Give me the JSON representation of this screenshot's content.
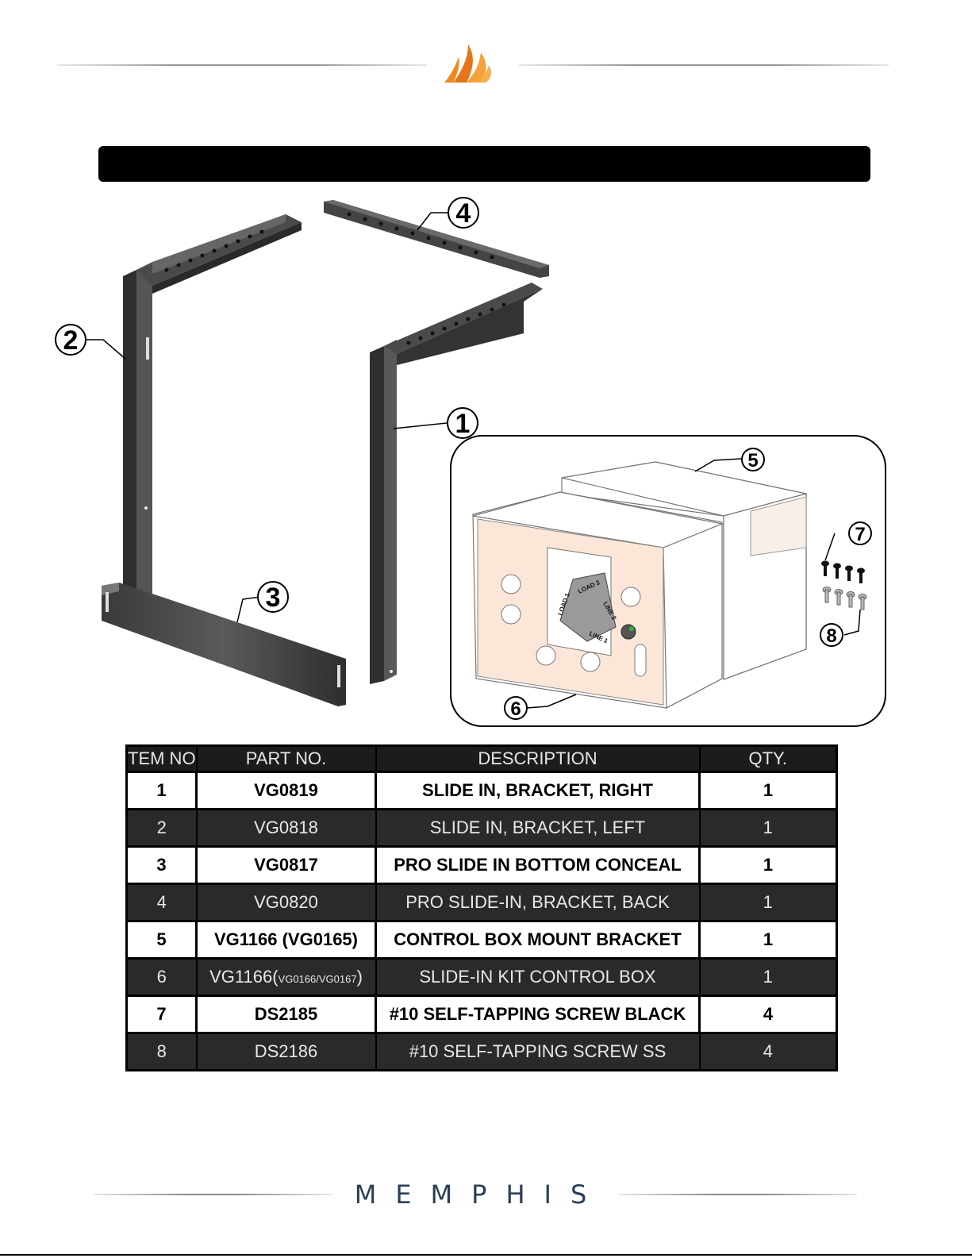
{
  "brand": {
    "name": "MEMPHIS",
    "colors": {
      "flame_outer": "#f08a1f",
      "flame_inner": "#f6b04a",
      "brand_text": "#2c3e56"
    }
  },
  "header": {
    "title_bar_text": ""
  },
  "diagram": {
    "callouts": [
      "1",
      "2",
      "3",
      "4",
      "5",
      "6",
      "7",
      "8"
    ],
    "control_box_labels": [
      "LOAD 2",
      "LINE 2",
      "LOAD 1",
      "LINE 1"
    ],
    "inset_fill": "#fbe6d8"
  },
  "table": {
    "headers": {
      "item": "TEM NO",
      "part": "PART NO.",
      "description": "DESCRIPTION",
      "qty": "QTY."
    },
    "rows": [
      {
        "item": "1",
        "part": "VG0819",
        "description": "SLIDE IN, BRACKET, RIGHT",
        "qty": "1"
      },
      {
        "item": "2",
        "part": "VG0818",
        "description": "SLIDE IN, BRACKET, LEFT",
        "qty": "1"
      },
      {
        "item": "3",
        "part": "VG0817",
        "description": "PRO SLIDE IN BOTTOM CONCEAL",
        "qty": "1"
      },
      {
        "item": "4",
        "part": "VG0820",
        "description": "PRO SLIDE-IN, BRACKET, BACK",
        "qty": "1"
      },
      {
        "item": "5",
        "part": "VG1166 (VG0165)",
        "description": "CONTROL BOX MOUNT BRACKET",
        "qty": "1"
      },
      {
        "item": "6",
        "part": "VG1166(",
        "part_small": "VG0166/VG0167",
        "part_end": ")",
        "description": "SLIDE-IN KIT CONTROL BOX",
        "qty": "1"
      },
      {
        "item": "7",
        "part": "DS2185",
        "description": "#10 SELF-TAPPING SCREW BLACK",
        "qty": "4"
      },
      {
        "item": "8",
        "part": "DS2186",
        "description": "#10 SELF-TAPPING SCREW SS",
        "qty": "4"
      }
    ]
  }
}
